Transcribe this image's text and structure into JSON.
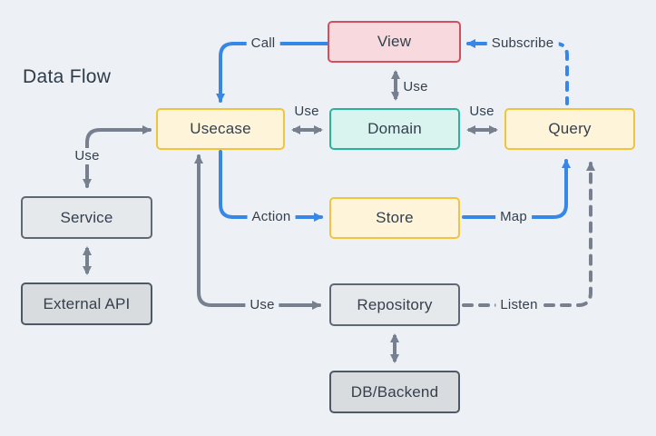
{
  "title": "Data Flow",
  "nodes": {
    "view": {
      "label": "View",
      "variant": "pink"
    },
    "usecase": {
      "label": "Usecase",
      "variant": "yellow"
    },
    "domain": {
      "label": "Domain",
      "variant": "teal"
    },
    "query": {
      "label": "Query",
      "variant": "yellow"
    },
    "service": {
      "label": "Service",
      "variant": "gray"
    },
    "store": {
      "label": "Store",
      "variant": "yellow"
    },
    "external_api": {
      "label": "External API",
      "variant": "dark-gray"
    },
    "repository": {
      "label": "Repository",
      "variant": "gray"
    },
    "db_backend": {
      "label": "DB/Backend",
      "variant": "dark-gray"
    }
  },
  "edges": {
    "call": {
      "label": "Call",
      "from": "View",
      "to": "Usecase",
      "style": "blue-solid"
    },
    "subscribe": {
      "label": "Subscribe",
      "from": "Query",
      "to": "View",
      "style": "blue-dashed"
    },
    "use_view_domain": {
      "label": "Use",
      "from": "View",
      "to": "Domain",
      "style": "gray-bidirectional"
    },
    "use_usecase_domain": {
      "label": "Use",
      "from": "Usecase",
      "to": "Domain",
      "style": "gray-bidirectional"
    },
    "use_domain_query": {
      "label": "Use",
      "from": "Domain",
      "to": "Query",
      "style": "gray-bidirectional"
    },
    "use_service": {
      "label": "Use",
      "from": "Usecase",
      "to": "Service",
      "style": "gray-bidirectional"
    },
    "action": {
      "label": "Action",
      "from": "Usecase",
      "to": "Store",
      "style": "blue-solid"
    },
    "map": {
      "label": "Map",
      "from": "Store",
      "to": "Query",
      "style": "blue-solid"
    },
    "use_repository": {
      "label": "Use",
      "from": "Usecase",
      "to": "Repository",
      "style": "gray-bidirectional"
    },
    "listen": {
      "label": "Listen",
      "from": "Repository",
      "to": "Query",
      "style": "gray-dashed"
    },
    "service_external": {
      "label": "",
      "from": "Service",
      "to": "External API",
      "style": "gray-bidirectional"
    },
    "repository_db": {
      "label": "",
      "from": "Repository",
      "to": "DB/Backend",
      "style": "gray-bidirectional"
    }
  },
  "colors": {
    "background": "#edf1f5",
    "arrow_blue": "#3787e8",
    "arrow_gray": "#76808f",
    "text": "#34404d",
    "node_pink_fill": "#f8dade",
    "node_pink_border": "#d24f5e",
    "node_teal_fill": "#d9f3ef",
    "node_teal_border": "#2ab39b",
    "node_yellow_fill": "#fdf4da",
    "node_yellow_border": "#f2c33c",
    "node_gray_fill": "#e6e9ec",
    "node_gray_border": "#5e6876",
    "node_dark_fill": "#d9dcdf",
    "node_dark_border": "#4e5967"
  }
}
